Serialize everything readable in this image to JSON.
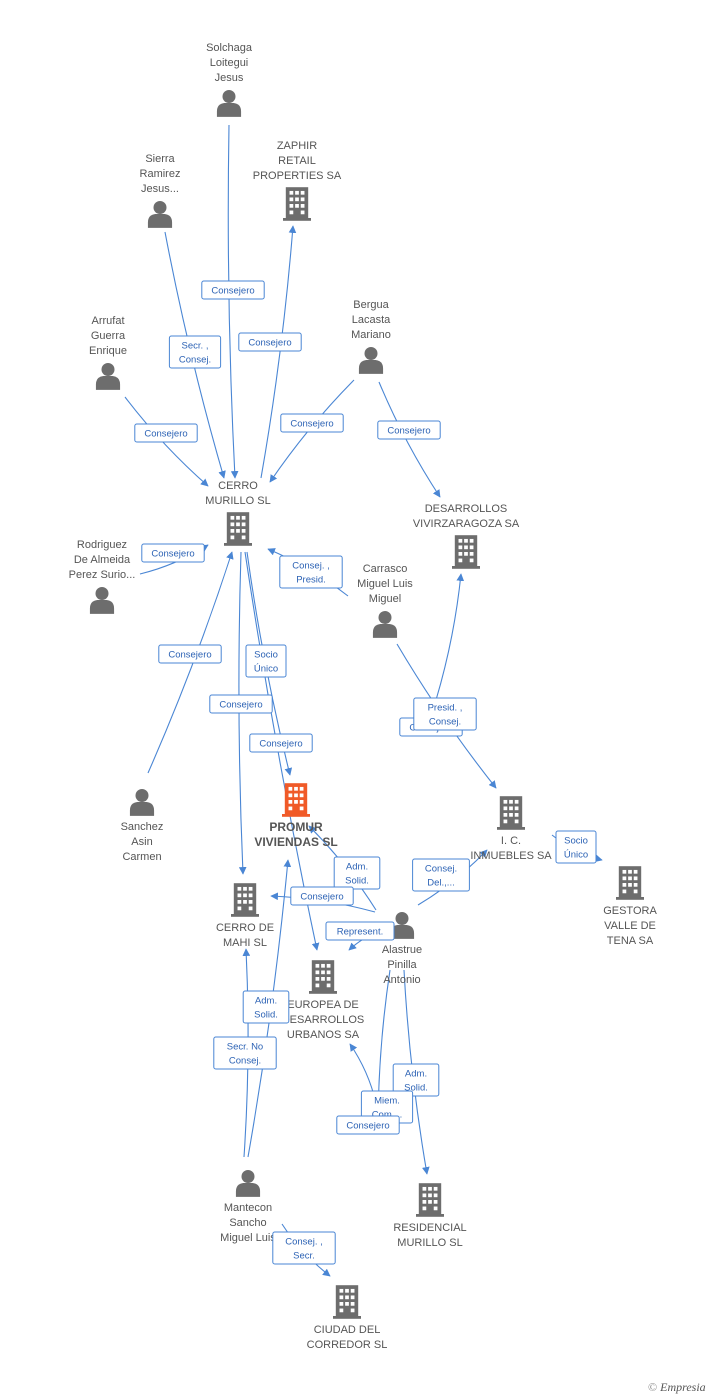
{
  "colors": {
    "edge": "#4a86d4",
    "person": "#6d6d6d",
    "company": "#6d6d6d",
    "focus": "#f05a28"
  },
  "nodes": [
    {
      "id": "solchaga",
      "type": "person",
      "lines": [
        "Solchaga",
        "Loitegui",
        "Jesus"
      ]
    },
    {
      "id": "zaphir",
      "type": "company",
      "lines": [
        "ZAPHIR",
        "RETAIL",
        "PROPERTIES SA"
      ]
    },
    {
      "id": "sierra",
      "type": "person",
      "lines": [
        "Sierra",
        "Ramirez",
        "Jesus..."
      ]
    },
    {
      "id": "arrufat",
      "type": "person",
      "lines": [
        "Arrufat",
        "Guerra",
        "Enrique"
      ]
    },
    {
      "id": "bergua",
      "type": "person",
      "lines": [
        "Bergua",
        "Lacasta",
        "Mariano"
      ]
    },
    {
      "id": "cerro_murillo",
      "type": "company",
      "lines": [
        "CERRO",
        "MURILLO SL"
      ]
    },
    {
      "id": "desarrollos_viv",
      "type": "company",
      "lines": [
        "DESARROLLOS",
        "VIVIRZARAGOZA SA"
      ]
    },
    {
      "id": "rodriguez",
      "type": "person",
      "lines": [
        "Rodriguez",
        "De Almeida",
        "Perez Surio..."
      ]
    },
    {
      "id": "carrasco",
      "type": "person",
      "lines": [
        "Carrasco",
        "Miguel Luis",
        "Miguel"
      ]
    },
    {
      "id": "sanchez",
      "type": "person",
      "lines": [
        "Sanchez",
        "Asin",
        "Carmen"
      ]
    },
    {
      "id": "promur",
      "type": "focus",
      "lines": [
        "PROMUR",
        "VIVIENDAS SL"
      ]
    },
    {
      "id": "ic_inmuebles",
      "type": "company",
      "lines": [
        "I. C.",
        "INMUEBLES SA"
      ]
    },
    {
      "id": "gestora",
      "type": "company",
      "lines": [
        "GESTORA",
        "VALLE DE",
        "TENA SA"
      ]
    },
    {
      "id": "cerro_mahi",
      "type": "company",
      "lines": [
        "CERRO DE",
        "MAHI SL"
      ]
    },
    {
      "id": "alastrue",
      "type": "person",
      "lines": [
        "Alastrue",
        "Pinilla",
        "Antonio"
      ]
    },
    {
      "id": "europea",
      "type": "company",
      "lines": [
        "EUROPEA DE",
        "DESARROLLOS",
        "URBANOS SA"
      ]
    },
    {
      "id": "residencial",
      "type": "company",
      "lines": [
        "RESIDENCIAL",
        "MURILLO SL"
      ]
    },
    {
      "id": "mantecon",
      "type": "person",
      "lines": [
        "Mantecon",
        "Sancho",
        "Miguel Luis"
      ]
    },
    {
      "id": "ciudad",
      "type": "company",
      "lines": [
        "CIUDAD DEL",
        "CORREDOR SL"
      ]
    }
  ],
  "edges": [
    {
      "from": "solchaga",
      "to": "cerro_murillo",
      "label": [
        "Consejero"
      ]
    },
    {
      "from": "sierra",
      "to": "cerro_murillo",
      "label": [
        "Secr. ,",
        "Consej."
      ]
    },
    {
      "from": "cerro_murillo",
      "to": "zaphir",
      "label": [
        "Consejero"
      ]
    },
    {
      "from": "arrufat",
      "to": "cerro_murillo",
      "label": [
        "Consejero"
      ]
    },
    {
      "from": "bergua",
      "to": "cerro_murillo",
      "label": [
        "Consejero"
      ]
    },
    {
      "from": "bergua",
      "to": "desarrollos_viv",
      "label": [
        "Consejero"
      ]
    },
    {
      "from": "rodriguez",
      "to": "cerro_murillo",
      "label": [
        "Consejero"
      ]
    },
    {
      "from": "carrasco",
      "to": "cerro_murillo",
      "label": [
        "Consej. ,",
        "Presid."
      ]
    },
    {
      "from": "sanchez",
      "to": "cerro_murillo",
      "label": [
        "Consejero"
      ]
    },
    {
      "from": "cerro_murillo",
      "to": "promur",
      "label": [
        "Socio",
        "Único"
      ]
    },
    {
      "from": "cerro_murillo",
      "to": "cerro_mahi",
      "label": [
        "Consejero"
      ]
    },
    {
      "from": "cerro_murillo",
      "to": "europea",
      "label": [
        "Consejero"
      ]
    },
    {
      "from": "carrasco",
      "to": "ic_inmuebles",
      "label": [
        "Consejero"
      ]
    },
    {
      "from": "alastrue",
      "to": "desarrollos_viv",
      "label": [
        "Presid. ,",
        "Consej."
      ]
    },
    {
      "from": "ic_inmuebles",
      "to": "gestora",
      "label": [
        "Socio",
        "Único"
      ]
    },
    {
      "from": "alastrue",
      "to": "ic_inmuebles",
      "label": [
        "Consej.",
        "Del.,..."
      ]
    },
    {
      "from": "alastrue",
      "to": "promur",
      "label": [
        "Adm.",
        "Solid."
      ]
    },
    {
      "from": "alastrue",
      "to": "cerro_mahi",
      "label": [
        "Consejero"
      ]
    },
    {
      "from": "alastrue",
      "to": "europea",
      "label": [
        "Represent."
      ]
    },
    {
      "from": "alastrue",
      "to": "residencial",
      "label": [
        "Adm.",
        "Solid."
      ]
    },
    {
      "from": "alastrue",
      "to": "ciudad",
      "label": [
        "Miem.",
        "Com...."
      ]
    },
    {
      "from": "mantecon",
      "to": "promur",
      "label": [
        "Adm.",
        "Solid."
      ]
    },
    {
      "from": "mantecon",
      "to": "cerro_mahi",
      "label": [
        "Secr.  No",
        "Consej."
      ]
    },
    {
      "from": "ciudad",
      "to": "europea",
      "label": [
        "Consejero"
      ]
    },
    {
      "from": "mantecon",
      "to": "ciudad",
      "label": [
        "Consej. ,",
        "Secr."
      ]
    }
  ],
  "footer": {
    "copyright": "©",
    "brand": "Empresia"
  }
}
